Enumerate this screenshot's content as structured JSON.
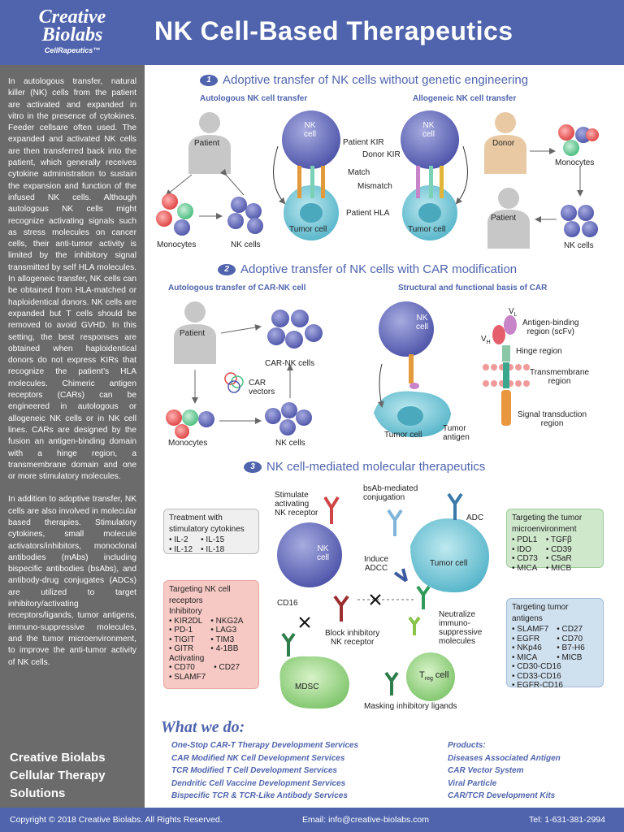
{
  "header": {
    "logo_line1": "Creative",
    "logo_line2": "Biolabs",
    "logo_tag": "CellRapeutics™",
    "title": "NK Cell-Based Therapeutics"
  },
  "sidebar": {
    "para1": "In autologous transfer, natural killer (NK) cells from the patient are activated and expanded in vitro in the presence of cytokines. Feeder cellsare often used. The expanded and activated NK cells are then transferred back into the patient, which generally receives cytokine administration to sustain the expansion and function of the infused NK cells. Although autologous NK cells might recognize activating signals such as stress molecules on cancer cells, their anti-tumor activity is limited by the inhibitory signal transmitted by self HLA molecules. In allogeneic transfer, NK cells can be obtained from HLA-matched or haploidentical donors. NK cells are expanded but T cells should be removed to avoid GVHD. In this setting, the best responses are obtained when haploidentical donors do not express KIRs that recognize the patient’s HLA molecules. Chimeric antigen receptors (CARs) can be engineered in autologous or allogeneic NK cells or in NK cell lines. CARs are designed by the fusion an antigen-binding domain with a hinge region, a transmembrane domain and one or more stimulatory molecules.",
    "para2": "In addition to adoptive transfer, NK cells are also involved in molecular based therapies. Stimulatory cytokines, small molecule activators/inhibitors, monoclonal antibodies (mAbs) including bispecific antibodies (bsAbs), and antibody-drug conjugates (ADCs) are utilized to target inhibitory/activating receptors/ligands, tumor antigens, immuno-suppressive molecules, and the tumor microenvironment, to improve the anti-tumor activity of NK cells.",
    "solutions": [
      "Creative Biolabs",
      "Cellular Therapy",
      "Solutions"
    ]
  },
  "section1": {
    "num": "1",
    "title": "Adoptive transfer of NK cells without genetic engineering",
    "sub_left": "Autologous NK cell transfer",
    "sub_right": "Allogeneic NK cell transfer",
    "labels": {
      "patient": "Patient",
      "monocytes": "Monocytes",
      "nk_cells": "NK cells",
      "nk": "NK",
      "cell": "cell",
      "patient_kir": "Patient KIR",
      "donor_kir": "Donor KIR",
      "match": "Match",
      "mismatch": "Mismatch",
      "patient_hla": "Patient HLA",
      "tumor_cell": "Tumor cell",
      "donor": "Donor"
    }
  },
  "section2": {
    "num": "2",
    "title": "Adoptive transfer of NK cells with CAR modification",
    "sub_left": "Autologous transfer of CAR-NK cell",
    "sub_right": "Structural and functional basis of CAR",
    "labels": {
      "patient": "Patient",
      "car_nk_cells": "CAR-NK cells",
      "car_vectors_1": "CAR",
      "car_vectors_2": "vectors",
      "monocytes": "Monocytes",
      "nk_cells": "NK cells",
      "nk": "NK",
      "cell": "cell",
      "tumor_cell": "Tumor cell",
      "tumor_antigen_1": "Tumor",
      "tumor_antigen_2": "antigen",
      "vl": "V",
      "vl_sub": "L",
      "vh": "V",
      "vh_sub": "H",
      "antigen_binding_1": "Antigen-binding",
      "antigen_binding_2": "region (scFv)",
      "hinge": "Hinge region",
      "transmembrane_1": "Transmembrane",
      "transmembrane_2": "region",
      "signal_1": "Signal transduction",
      "signal_2": "region"
    }
  },
  "section3": {
    "num": "3",
    "title": "NK cell-mediated molecular therapeutics",
    "labels": {
      "stimulate_1": "Stimulate",
      "stimulate_2": "activating",
      "stimulate_3": "NK receptor",
      "bsab_1": "bsAb-mediated",
      "bsab_2": "conjugation",
      "adc": "ADC",
      "nk": "NK",
      "cell": "cell",
      "induce_1": "Induce",
      "induce_2": "ADCC",
      "tumor_cell": "Tumor cell",
      "cd16": "CD16",
      "block_1": "Block inhibitory",
      "block_2": "NK receptor",
      "neutralize_1": "Neutralize",
      "neutralize_2": "immuno-",
      "neutralize_3": "suppressive",
      "neutralize_4": "molecules",
      "mdsc": "MDSC",
      "treg_t": "T",
      "treg_sub": "reg",
      "treg_cell": "cell",
      "masking": "Masking inhibitory ligands"
    },
    "box_cytokines": {
      "title_1": "Treatment with",
      "title_2": "stimulatory cytokines",
      "col1": [
        "• IL-2",
        "• IL-12"
      ],
      "col2": [
        "• IL-15",
        "• IL-18"
      ]
    },
    "box_receptors": {
      "title_1": "Targeting NK cell",
      "title_2": "receptors",
      "inhibitory": "Inhibitory",
      "inh_col1": [
        "• KIR2DL",
        "• PD-1",
        "• TIGIT",
        "• GITR"
      ],
      "inh_col2": [
        "• NKG2A",
        "• LAG3",
        "• TIM3",
        "• 4-1BB"
      ],
      "activating": "Activating",
      "act_col1": [
        "• CD70",
        "• SLAMF7"
      ],
      "act_col2": [
        "• CD27"
      ]
    },
    "box_microenv": {
      "title_1": "Targeting the tumor",
      "title_2": "microenvironment",
      "col1": [
        "• PDL1",
        "• IDO",
        "• CD73",
        "• MICA"
      ],
      "col2": [
        "• TGFβ",
        "• CD39",
        "• C5aR",
        "• MICB"
      ]
    },
    "box_antigens": {
      "title_1": "Targeting tumor",
      "title_2": "antigens",
      "col1": [
        "• SLAMF7",
        "• EGFR",
        "• NKp46",
        "• MICA"
      ],
      "col2": [
        "• CD27",
        "• CD70",
        "• B7-H6",
        "• MICB"
      ],
      "full": [
        "• CD30-CD16",
        "• CD33-CD16",
        "• EGFR-CD16"
      ]
    }
  },
  "whatwedo": {
    "title": "What we do:",
    "services": [
      "One-Stop CAR-T Therapy Development Services",
      "CAR Modified NK Cell Development Services",
      "TCR Modified T Cell Development Services",
      "Dendritic Cell Vaccine Development Services",
      "Bispecific TCR & TCR-Like Antibody Services"
    ],
    "products_title": "Products:",
    "products": [
      "Diseases Associated Antigen",
      "CAR Vector System",
      "Viral Particle",
      "CAR/TCR Development Kits"
    ]
  },
  "footer": {
    "copyright": "Copyright © 2018 Creative Biolabs. All Rights Reserved.",
    "email": "Email: info@creative-biolabs.com",
    "tel": "Tel: 1-631-381-2994"
  },
  "colors": {
    "brand_blue": "#4f64ad",
    "sidebar_gray": "#6b6b6b",
    "nk_purple": "#5961b4",
    "tumor_cyan": "#6cc6d6",
    "box_gray": "#efefef",
    "box_pink": "#f6c9c4",
    "box_green": "#cfe8cc",
    "box_blue": "#cfe0ef"
  }
}
